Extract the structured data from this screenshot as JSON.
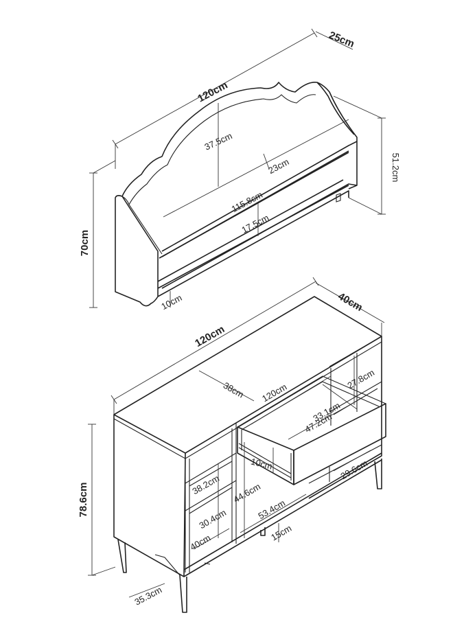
{
  "colors": {
    "line": "#222222",
    "dimension": "#333333",
    "background": "#ffffff"
  },
  "shelf_unit": {
    "width_label": "120cm",
    "depth_label": "25cm",
    "height_label": "70cm",
    "back_height_label": "37.5cm",
    "shelf_depth_label": "23cm",
    "side_height_label": "51.2cm",
    "inner_width_label": "115.8cm",
    "gap_label": "17.5cm",
    "base_label": "10cm"
  },
  "cabinet": {
    "width_label": "120cm",
    "depth_label": "40cm",
    "height_label": "78.6cm",
    "inner_depth_label": "38cm",
    "inner_width_label": "120cm",
    "compartment_height_label": "27.8cm",
    "drawer_depth_label": "33.1cm",
    "drawer_width_label": "47.2cm",
    "drawer_height_label": "10cm",
    "right_lower_label": "29.6cm",
    "shelf_height_label": "38.2cm",
    "middle_height_label": "44.6cm",
    "lower_shelf_label": "30.4cm",
    "middle_width_label": "53.4cm",
    "left_width_label": "40cm",
    "leg_label": "15cm",
    "side_depth_label": "35.3cm"
  }
}
